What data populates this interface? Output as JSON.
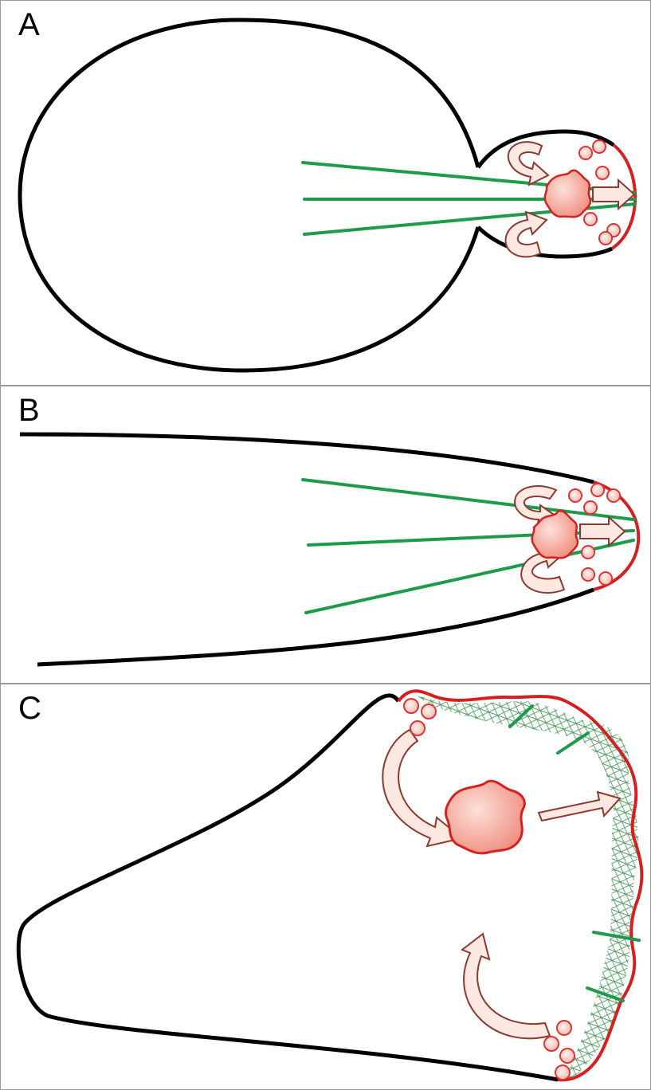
{
  "panels": [
    {
      "label": "A"
    },
    {
      "label": "B"
    },
    {
      "label": "C"
    }
  ],
  "colors": {
    "outline": "#000000",
    "cortex": "#d62020",
    "microtubule": "#1e9a4a",
    "vesicle_fill": "#fbd3cc",
    "vesicle_stroke": "#e03434",
    "spitzenkorper_fill": "#f39a8c",
    "arrow_fill": "#fde8e2",
    "arrow_stroke": "#8a3a2e",
    "actin_mesh": "#2f8a45"
  },
  "icons": {
    "vesicle": "circle",
    "spitzenkorper": "irregular-blob",
    "transport_arrow": "curved-arrow",
    "growth_arrow": "block-arrow"
  }
}
